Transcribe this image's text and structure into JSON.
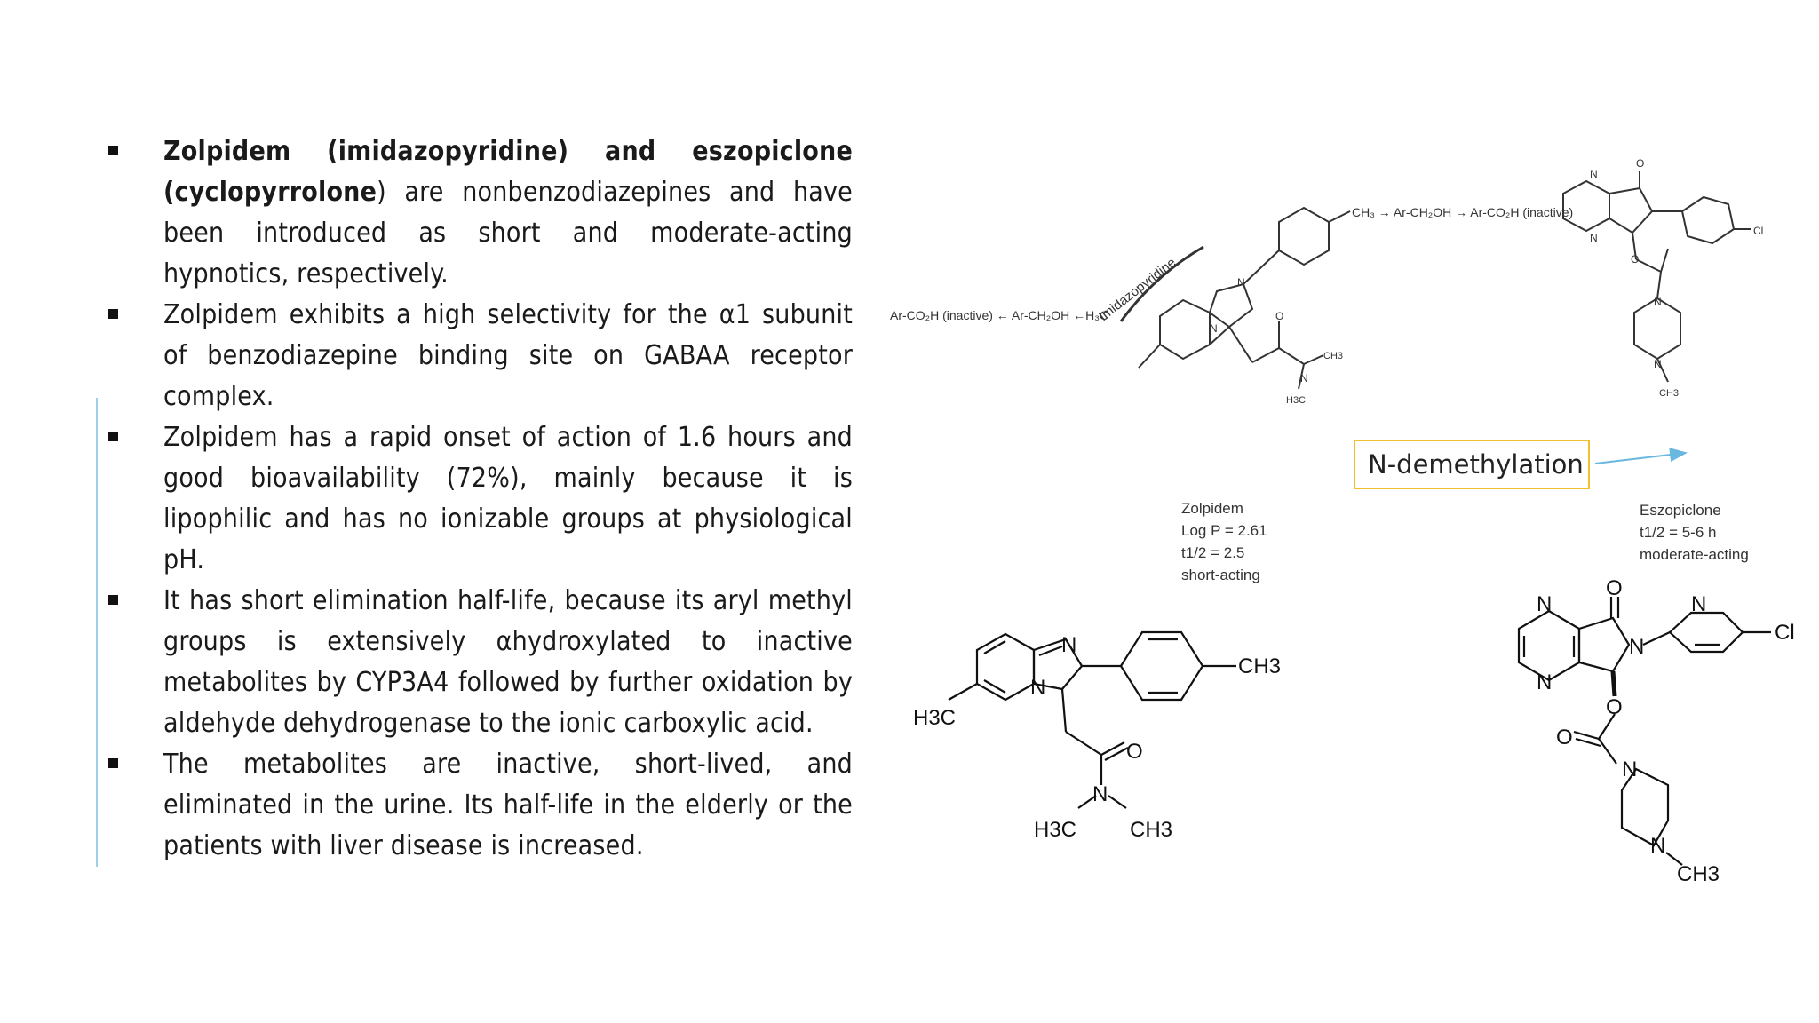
{
  "bullets": [
    {
      "bold1": "Zolpidem (imidazopyridine) and eszopiclone (cyclopyrrolone",
      "rest": ") are nonbenzodiazepines and have been introduced as short and moderate-acting hypnotics, respectively."
    },
    {
      "text": " Zolpidem exhibits a high selectivity for the α1 subunit of benzodiazepine binding site on GABAA receptor complex."
    },
    {
      "text": "Zolpidem has a rapid onset of action of 1.6 hours and good bioavailability (72%), mainly because it is lipophilic and has no ionizable groups at physiological pH."
    },
    {
      "text": " It has short elimination half-life, because its aryl methyl groups is extensively αhydroxylated to inactive metabolites by CYP3A4 followed by further oxidation by aldehyde dehydrogenase to the ionic carboxylic acid."
    },
    {
      "text": "The metabolites are inactive, short-lived, and eliminated in the urine. Its half-life in the elderly or the patients with liver disease is increased."
    }
  ],
  "callout": "N-demethylation",
  "figure_top": {
    "imidazopyridine_label": "Imidazopyridine",
    "metabolism_right": "CH₃ → Ar-CH₂OH → Ar-CO₂H (inactive)",
    "metabolism_left": "Ar-CO₂H (inactive) ← Ar-CH₂OH ←H₃C",
    "zolpidem": {
      "name": "Zolpidem",
      "logp": "Log P = 2.61",
      "half_life": "t1/2 = 2.5",
      "duration": "short-acting"
    },
    "eszopiclone": {
      "name": "Eszopiclone",
      "half_life": "t1/2 = 5-6 h",
      "duration": "moderate-acting"
    },
    "atoms": {
      "N": "N",
      "O": "O",
      "Cl": "Cl",
      "CH3": "CH3",
      "H3C": "H3C"
    }
  },
  "figure_bottom": {
    "atoms": {
      "N": "N",
      "O": "O",
      "Cl": "Cl",
      "CH3": "CH3",
      "H3C": "H3C"
    }
  },
  "colors": {
    "accent_line": "#9fd0ea",
    "callout_border": "#f0c030",
    "arrow": "#6ab7e0"
  }
}
